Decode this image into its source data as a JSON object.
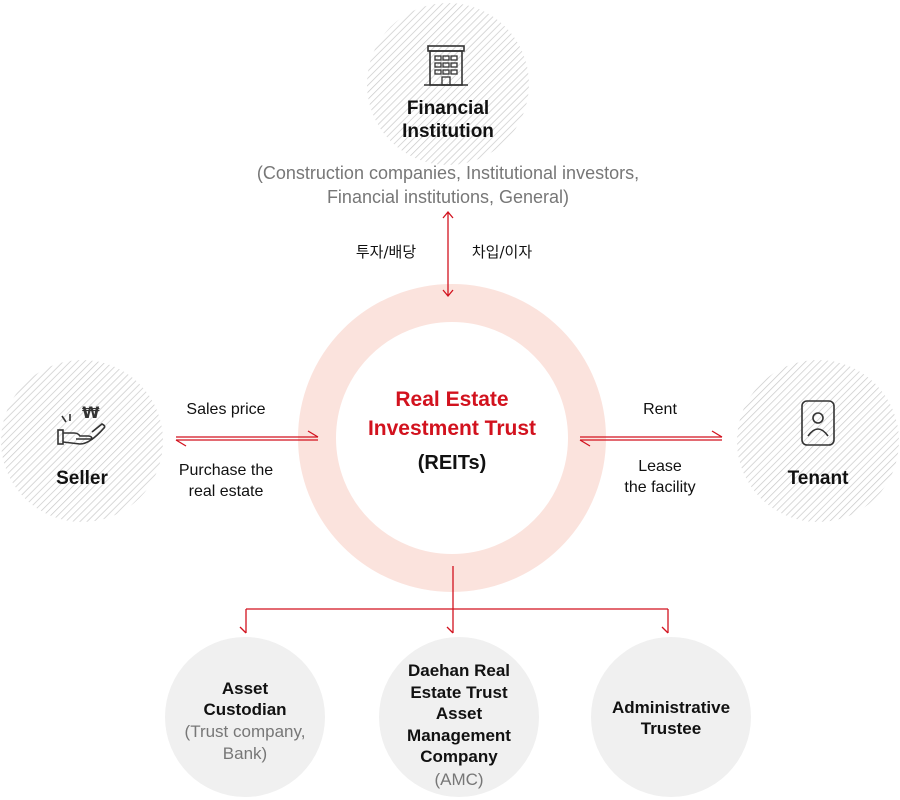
{
  "financial_institution": {
    "title": "Financial\nInstitution",
    "subtitle": "(Construction companies, Institutional investors,\nFinancial institutions, General)",
    "icon": "building-icon",
    "label_left": "투자/배당",
    "label_right": "차입/이자"
  },
  "center": {
    "title": "Real Estate\nInvestment Trust",
    "subtitle": "(REITs)"
  },
  "seller": {
    "title": "Seller",
    "icon": "hand-money-icon",
    "label_top": "Sales price",
    "label_bottom": "Purchase the\nreal estate"
  },
  "tenant": {
    "title": "Tenant",
    "icon": "person-card-icon",
    "label_top": "Rent",
    "label_bottom": "Lease\nthe facility"
  },
  "bottom_nodes": {
    "asset_custodian": {
      "title": "Asset\nCustodian",
      "subtitle": "(Trust company,\nBank)"
    },
    "amc": {
      "title": "Daehan Real\nEstate Trust\nAsset\nManagement\nCompany",
      "subtitle": "(AMC)"
    },
    "administrative_trustee": {
      "title": "Administrative\nTrustee"
    }
  },
  "colors": {
    "accent": "#d2121e",
    "ring": "#fbe3dd",
    "hatch": "#c9c9c9",
    "grey_circle": "#f0f0f0"
  }
}
